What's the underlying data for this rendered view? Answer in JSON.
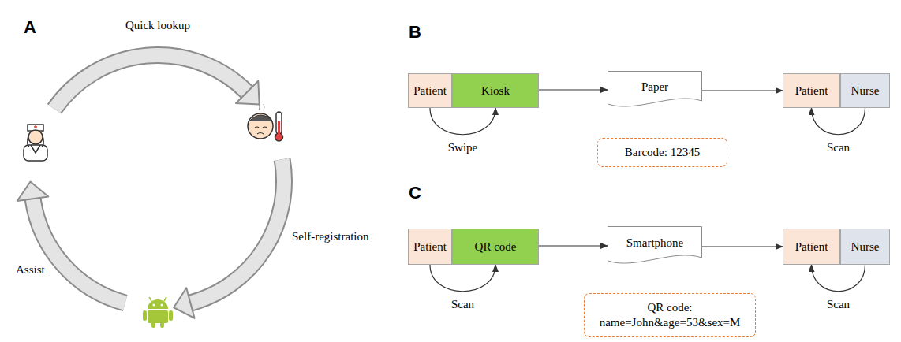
{
  "diagram": {
    "nodes": [
      {
        "text": [
          "Patient"
        ]
      },
      {
        "text": [
          "Kiosk"
        ]
      },
      {
        "text": [
          "Paper"
        ]
      },
      {
        "text": [
          "Barcode: 12345"
        ]
      },
      {
        "text": [
          "Patient"
        ]
      },
      {
        "text": [
          "Nurse"
        ]
      },
      {
        "text": [
          "Patient"
        ]
      },
      {
        "text": [
          "QR code"
        ]
      },
      {
        "text": [
          "Smartphone"
        ]
      },
      {
        "text": [
          "QR code: name=John&age=53&sex=M"
        ]
      },
      {
        "text": [
          "Patient"
        ]
      },
      {
        "text": [
          "Nurse"
        ]
      }
    ],
    "edges": [
      {
        "from": 0,
        "to": 1,
        "label": "Swipe",
        "arrow": "to"
      },
      {
        "from": 1,
        "to": 2,
        "arrow": "to"
      },
      {
        "from": 2,
        "to": 4,
        "arrow": "to"
      },
      {
        "from": 5,
        "to": 4,
        "label": "Scan",
        "arrow": "to"
      },
      {
        "from": 6,
        "to": 7,
        "label": "Scan",
        "arrow": "to"
      },
      {
        "from": 7,
        "to": 8,
        "arrow": "to"
      },
      {
        "from": 8,
        "to": 10,
        "arrow": "to"
      },
      {
        "from": 11,
        "to": 10,
        "label": "Scan",
        "arrow": "to"
      }
    ],
    "labels": [
      "A",
      "B",
      "C",
      "Quick lookup",
      "Self-registration",
      "Assist"
    ]
  }
}
